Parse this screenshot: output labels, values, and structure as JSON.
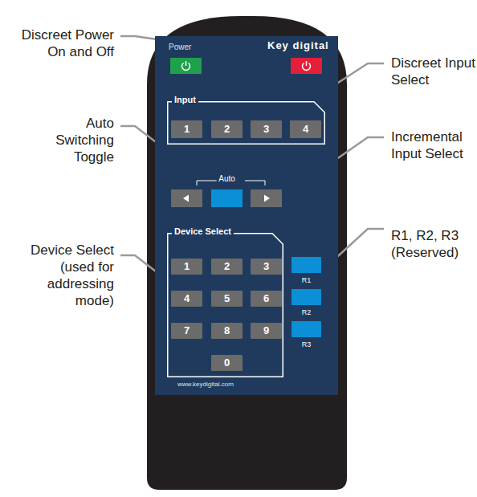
{
  "diagram": {
    "nodes": [
      {
        "text": [
          "Power",
          "Key digital",
          "www.keydigital.com"
        ]
      },
      {
        "text": [
          "Input"
        ],
        "in": 0
      },
      {
        "text": [
          "1"
        ],
        "in": 1
      },
      {
        "text": [
          "2"
        ],
        "in": 1
      },
      {
        "text": [
          "3"
        ],
        "in": 1
      },
      {
        "text": [
          "4"
        ],
        "in": 1
      },
      {
        "text": [
          "Auto"
        ],
        "in": 0
      },
      {
        "text": [
          "Device Select"
        ],
        "in": 0
      },
      {
        "text": [
          "1"
        ],
        "in": 7
      },
      {
        "text": [
          "2"
        ],
        "in": 7
      },
      {
        "text": [
          "3"
        ],
        "in": 7
      },
      {
        "text": [
          "4"
        ],
        "in": 7
      },
      {
        "text": [
          "5"
        ],
        "in": 7
      },
      {
        "text": [
          "6"
        ],
        "in": 7
      },
      {
        "text": [
          "7"
        ],
        "in": 7
      },
      {
        "text": [
          "8"
        ],
        "in": 7
      },
      {
        "text": [
          "9"
        ],
        "in": 7
      },
      {
        "text": [
          "0"
        ],
        "in": 7
      },
      {
        "text": [
          "R1"
        ],
        "in": 0
      },
      {
        "text": [
          "R2"
        ],
        "in": 0
      },
      {
        "text": [
          "R3"
        ],
        "in": 0
      }
    ],
    "labels": [
      "Discreet Power On and Off",
      "Discreet Input Select",
      "Auto Switching Toggle",
      "Incremental Input Select",
      "Device Select (used for addressing mode)",
      "R1, R2, R3 (Reserved)"
    ]
  }
}
